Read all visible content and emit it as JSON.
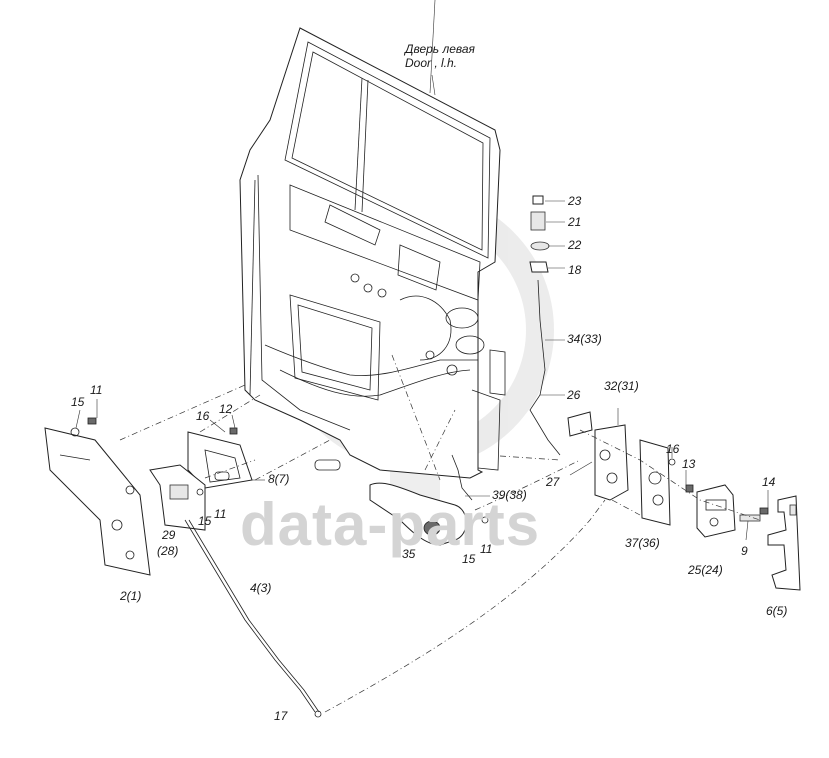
{
  "title": {
    "line1": "Дверь левая",
    "line2": "Door , l.h."
  },
  "watermark": "data-parts",
  "labels": {
    "p23": "23",
    "p21": "21",
    "p22": "22",
    "p18": "18",
    "p34_33": "34(33)",
    "p26": "26",
    "p32_31": "32(31)",
    "p11a": "11",
    "p15a": "15",
    "p16a": "16",
    "p12": "12",
    "p8_7": "8(7)",
    "p29_28a": "29",
    "p29_28b": "(28)",
    "p15b": "15",
    "p11b": "11",
    "p2_1": "2(1)",
    "p4_3": "4(3)",
    "p17": "17",
    "p39_38": "39(38)",
    "p27": "27",
    "p35": "35",
    "p15c": "15",
    "p11c": "11",
    "p16b": "16",
    "p13": "13",
    "p37_36": "37(36)",
    "p14": "14",
    "p9": "9",
    "p25_24": "25(24)",
    "p6_5": "6(5)"
  }
}
